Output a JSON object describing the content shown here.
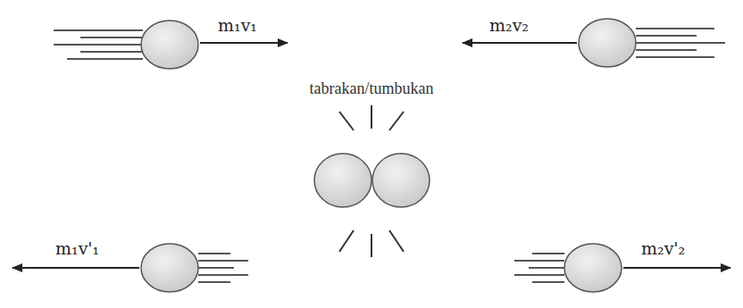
{
  "diagram": {
    "labels": [
      "m₁v₁",
      "m₂v₂",
      "tabrakan/tumbukan",
      "m₁v'₁",
      "m₂v'₂"
    ]
  }
}
